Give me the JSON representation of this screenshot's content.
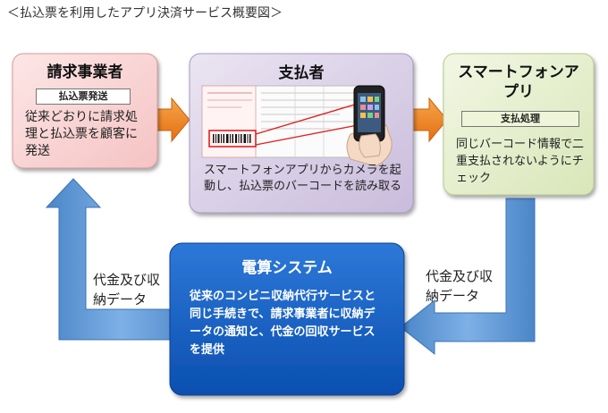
{
  "title": "＜払込票を利用したアプリ決済サービス概要図＞",
  "boxes": {
    "biller": {
      "title": "請求事業者",
      "tag": "払込票発送",
      "text": "従来どおりに請求処理と払込票を顧客に発送"
    },
    "payer": {
      "title": "支払者",
      "text": "スマートフォンアプリからカメラを起動し、払込票のバーコードを読み取る"
    },
    "app": {
      "title": "スマートフォンアプリ",
      "tag": "支払処理",
      "text": "同じバーコード情報で二重支払されないようにチェック"
    },
    "system": {
      "title": "電算システム",
      "text": "従来のコンビニ収納代行サービスと同じ手続きで、請求事業者に収納データの通知と、代金の回収サービスを提供"
    }
  },
  "arrow_labels": {
    "left": "代金及び収納データ",
    "right": "代金及び収納データ"
  },
  "colors": {
    "biller_bg": "#f9d6d6",
    "payer_bg": "#d9cfe6",
    "app_bg": "#e6efcf",
    "system_bg": "#1a62c8",
    "arrow_orange": "#f0831e",
    "arrow_blue": "#5b9bd5"
  }
}
